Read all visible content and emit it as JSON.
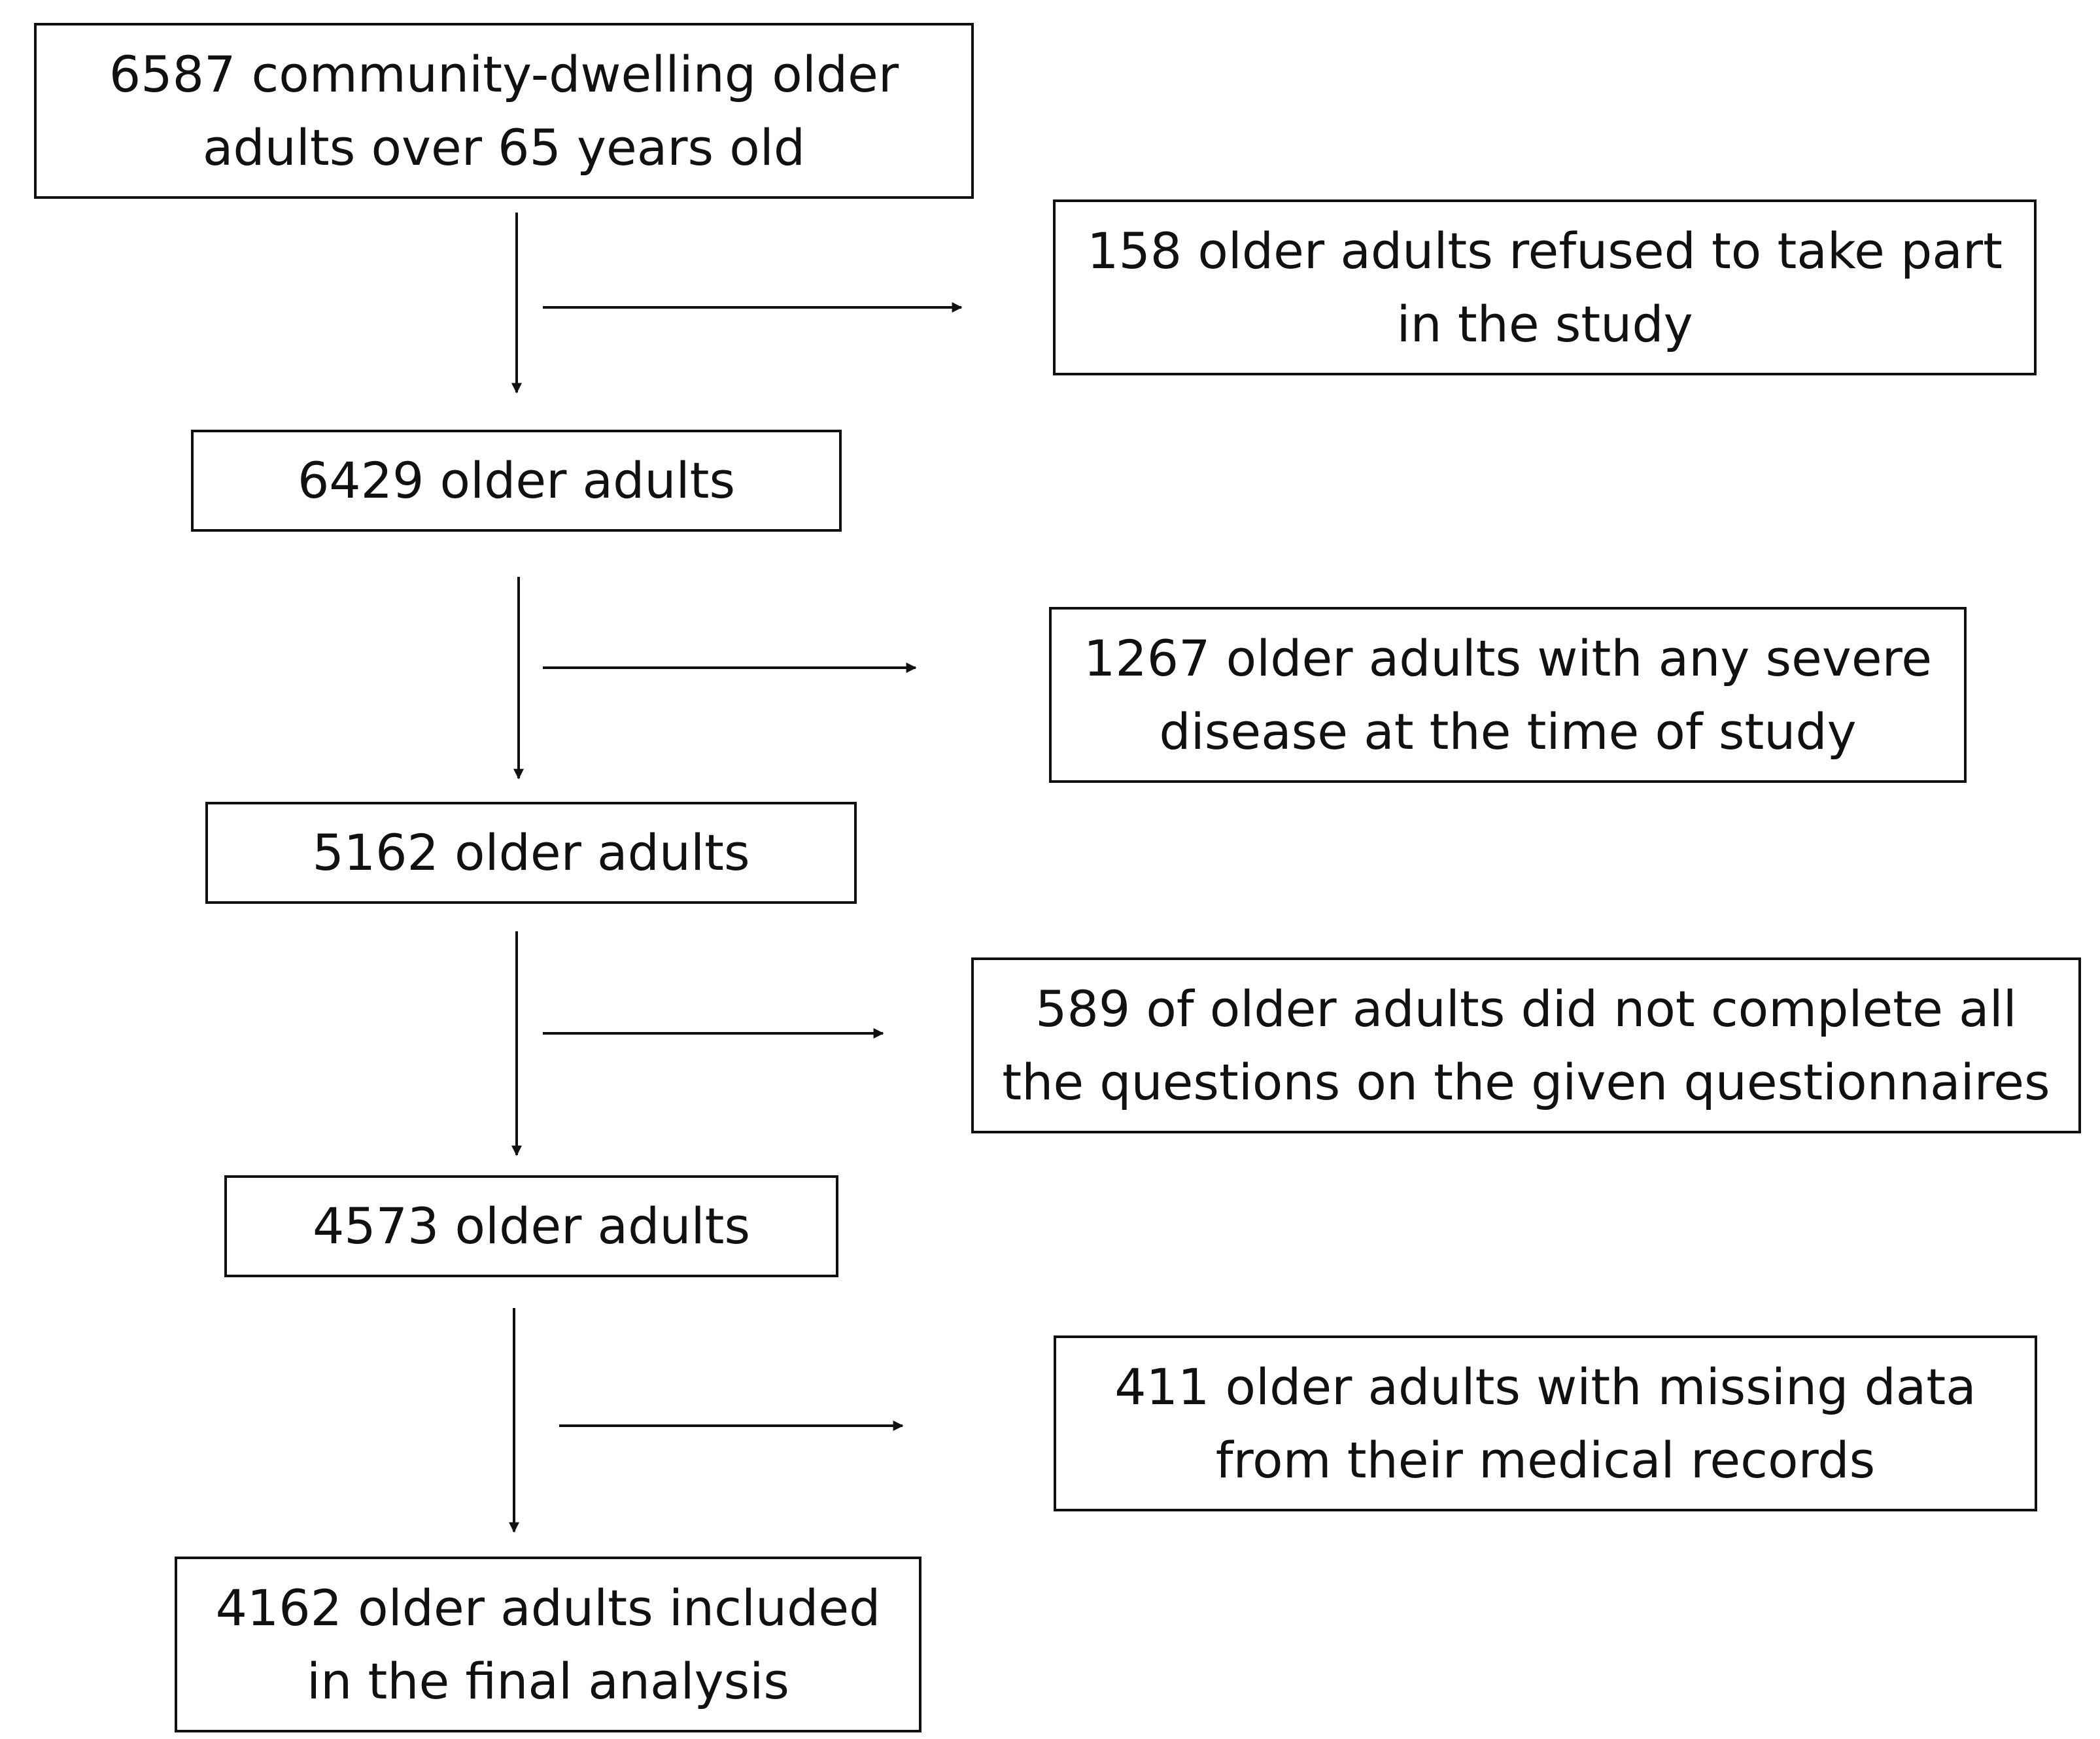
{
  "flowchart": {
    "main_steps": [
      {
        "lines": [
          "6587 community-dwelling older",
          "adults over 65 years old"
        ]
      },
      {
        "lines": [
          "6429 older adults"
        ]
      },
      {
        "lines": [
          "5162 older adults"
        ]
      },
      {
        "lines": [
          "4573 older adults"
        ]
      },
      {
        "lines": [
          "4162 older adults included",
          "in the final analysis"
        ]
      }
    ],
    "exclusions": [
      {
        "lines": [
          "158 older adults refused to take part",
          "in the study"
        ]
      },
      {
        "lines": [
          "1267 older adults with any severe",
          "disease at the time of study"
        ]
      },
      {
        "lines": [
          "589 of older adults did not complete all",
          "the questions on the given questionnaires"
        ]
      },
      {
        "lines": [
          "411 older adults with missing data",
          "from their medical records"
        ]
      }
    ],
    "colors": {
      "stroke": "#111111",
      "text": "#111111",
      "background": "#ffffff"
    }
  }
}
